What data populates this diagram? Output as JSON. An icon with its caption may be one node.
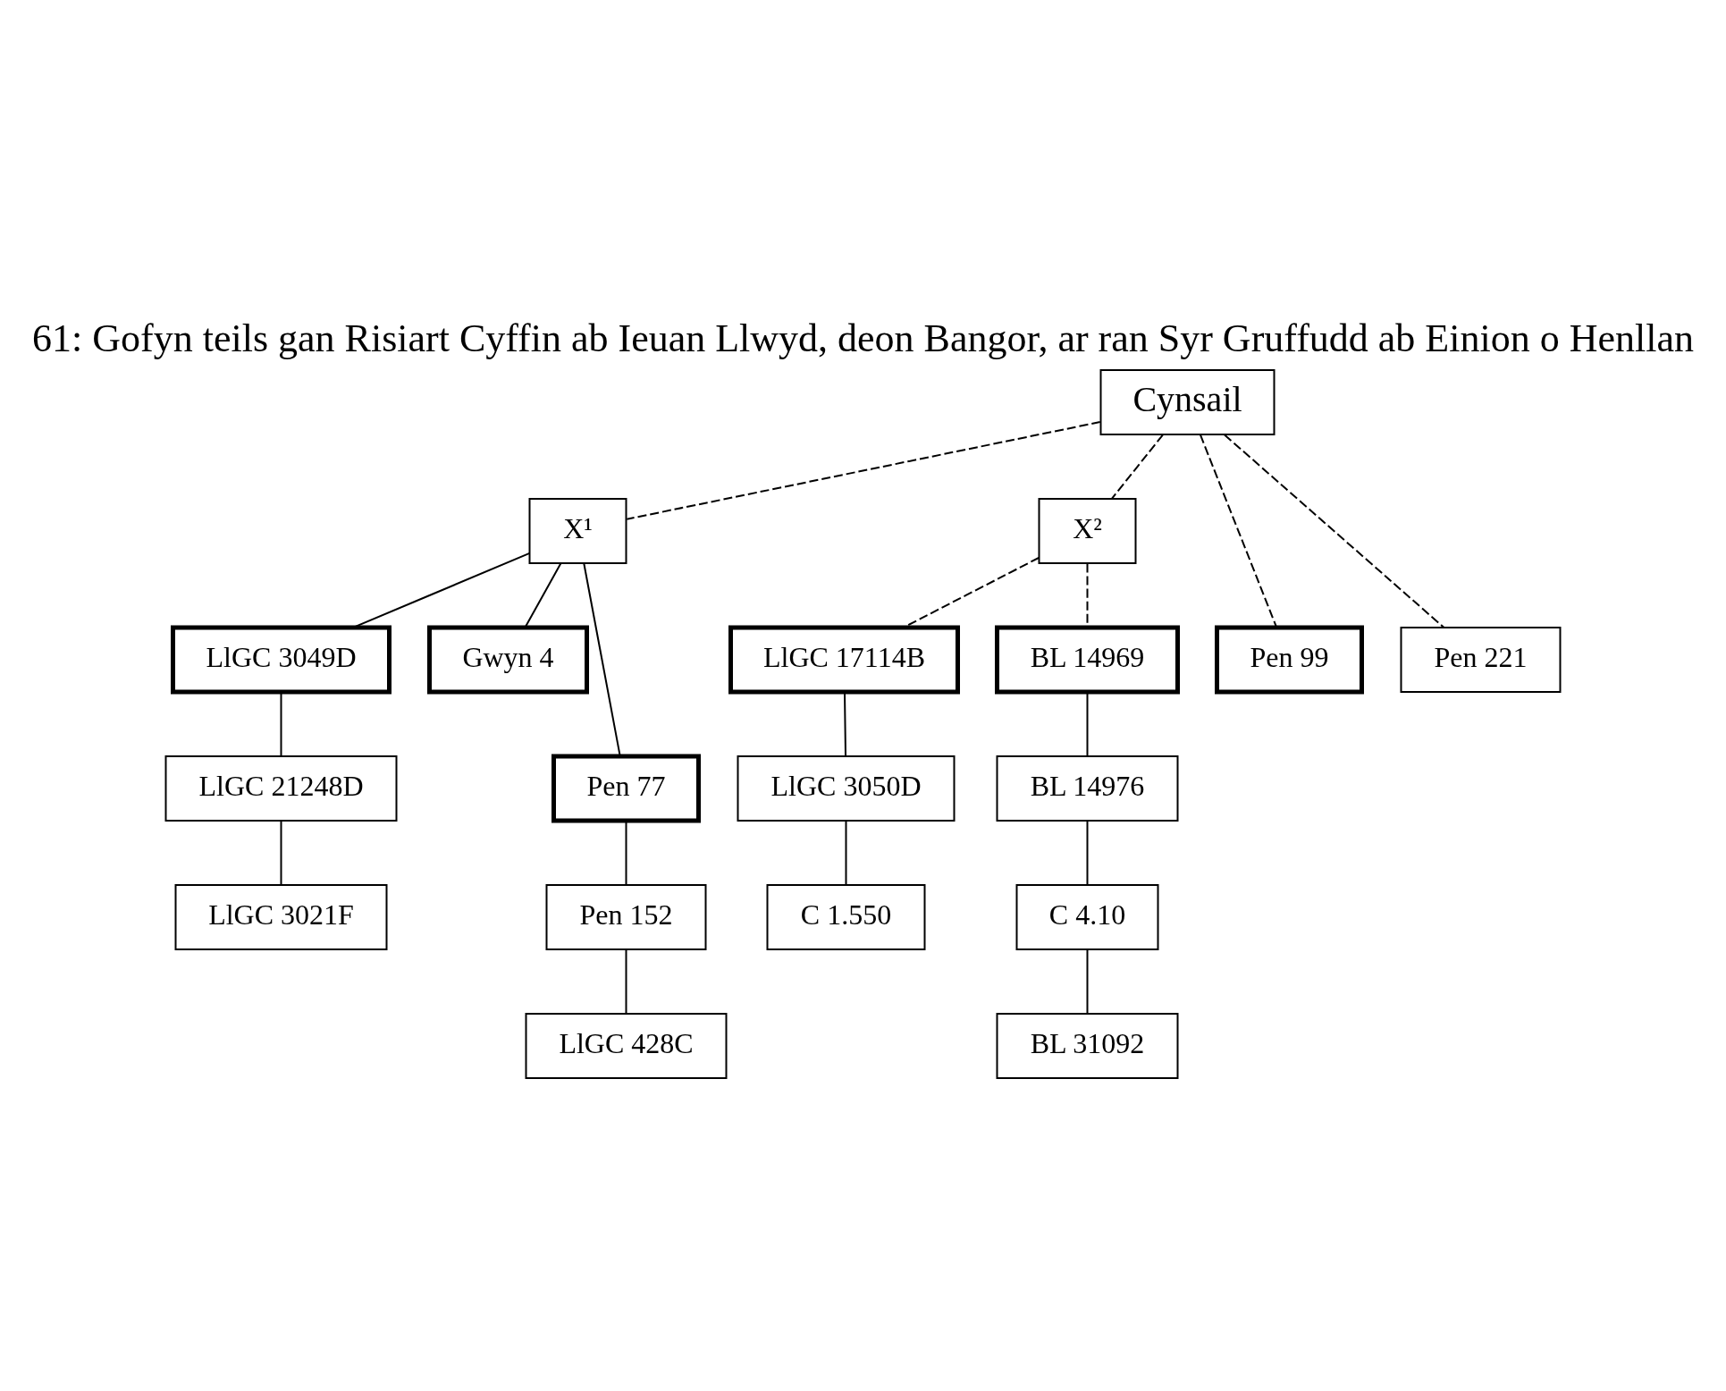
{
  "diagram": {
    "title": "61: Gofyn teils gan Risiart Cyffin ab Ieuan Llwyd, deon Bangor, ar ran Syr Gruffudd ab Einion o Henllan",
    "nodes": [
      {
        "text": [
          "Cynsail"
        ]
      },
      {
        "text": [
          "X¹"
        ]
      },
      {
        "text": [
          "X²"
        ]
      },
      {
        "text": [
          "LlGC 3049D"
        ]
      },
      {
        "text": [
          "Gwyn 4"
        ]
      },
      {
        "text": [
          "Pen 77"
        ]
      },
      {
        "text": [
          "Pen 99"
        ]
      },
      {
        "text": [
          "LlGC 17114B"
        ]
      },
      {
        "text": [
          "LlGC 3050D"
        ]
      },
      {
        "text": [
          "LlGC 21248D"
        ]
      },
      {
        "text": [
          "Pen 221"
        ]
      },
      {
        "text": [
          "BL 14969"
        ]
      },
      {
        "text": [
          "BL 14976"
        ]
      },
      {
        "text": [
          "LlGC 3021F"
        ]
      },
      {
        "text": [
          "Pen 152"
        ]
      },
      {
        "text": [
          "C 4.10"
        ]
      },
      {
        "text": [
          "C 1.550"
        ]
      },
      {
        "text": [
          "LlGC 428C"
        ]
      },
      {
        "text": [
          "BL 31092"
        ]
      }
    ],
    "edges": [
      {
        "from": 0,
        "to": 1,
        "arrow": "none",
        "style": "dashed"
      },
      {
        "from": 0,
        "to": 10,
        "arrow": "none",
        "style": "dashed"
      },
      {
        "from": 0,
        "to": 6,
        "arrow": "none",
        "style": "dashed"
      },
      {
        "from": 0,
        "to": 2,
        "arrow": "none",
        "style": "dashed"
      },
      {
        "from": 1,
        "to": 3,
        "arrow": "none"
      },
      {
        "from": 1,
        "to": 4,
        "arrow": "none"
      },
      {
        "from": 1,
        "to": 5,
        "arrow": "none"
      },
      {
        "from": 2,
        "to": 11,
        "arrow": "none",
        "style": "dashed"
      },
      {
        "from": 2,
        "to": 7,
        "arrow": "none",
        "style": "dashed"
      },
      {
        "from": 3,
        "to": 9,
        "arrow": "none"
      },
      {
        "from": 9,
        "to": 13,
        "arrow": "none"
      },
      {
        "from": 5,
        "to": 14,
        "arrow": "none"
      },
      {
        "from": 14,
        "to": 17,
        "arrow": "none"
      },
      {
        "from": 7,
        "to": 8,
        "arrow": "none"
      },
      {
        "from": 8,
        "to": 16,
        "arrow": "none"
      },
      {
        "from": 11,
        "to": 12,
        "arrow": "none"
      },
      {
        "from": 12,
        "to": 15,
        "arrow": "none"
      },
      {
        "from": 15,
        "to": 18,
        "arrow": "none"
      }
    ]
  }
}
